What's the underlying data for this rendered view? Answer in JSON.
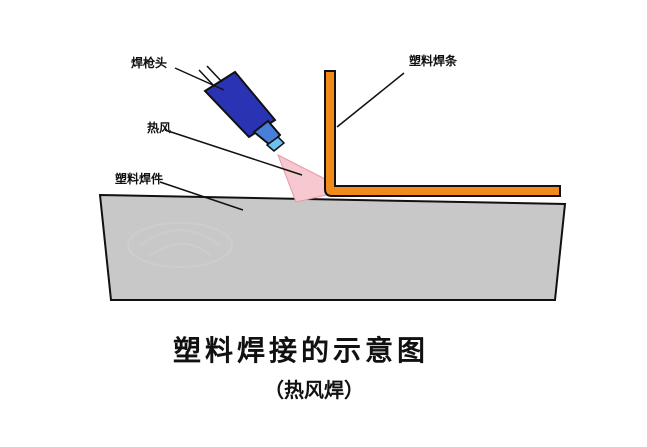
{
  "labels": {
    "torch_head": "焊枪头",
    "hot_air": "热风",
    "weld_rod": "塑料焊条",
    "workpiece": "塑料焊件"
  },
  "caption": {
    "title": "塑料焊接的示意图",
    "subtitle": "（热风焊）"
  },
  "colors": {
    "workpiece_fill": "#c8c8c8",
    "weld_rod": "#f28a1a",
    "hot_air": "#f6c8cf",
    "torch_body": "#2b33b5",
    "torch_nozzle": "#4a7fd9",
    "outline": "#111111"
  }
}
